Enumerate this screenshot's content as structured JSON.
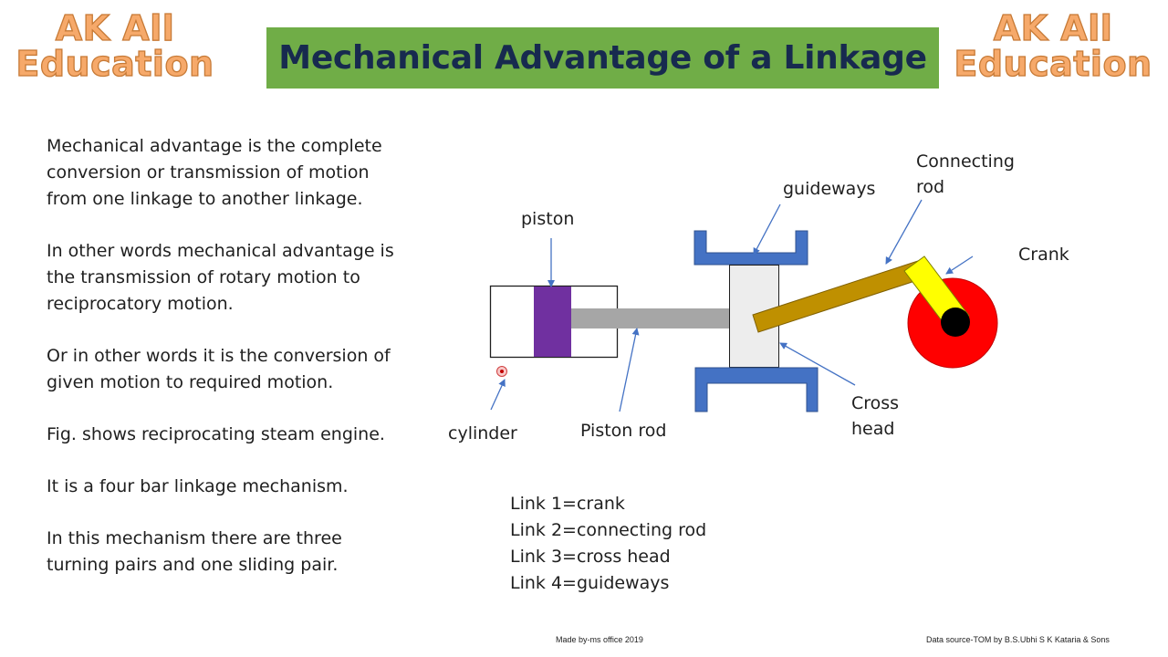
{
  "brand": {
    "line1": "AK All",
    "line2": "Education"
  },
  "title": "Mechanical Advantage of a Linkage",
  "description": [
    "Mechanical advantage is the complete conversion or transmission of motion from one linkage to another linkage.",
    "In other words mechanical advantage is the transmission of rotary motion to reciprocatory motion.",
    "Or in other words it is the conversion of given motion to required motion.",
    "Fig. shows reciprocating steam engine.",
    "It is a four bar linkage mechanism.",
    "In this mechanism there are three turning pairs and one sliding pair."
  ],
  "diagram_labels": {
    "piston": "piston",
    "guideways": "guideways",
    "connecting_rod_line1": "Connecting",
    "connecting_rod_line2": "rod",
    "crank": "Crank",
    "cylinder": "cylinder",
    "piston_rod": "Piston rod",
    "cross_head_line1": "Cross",
    "cross_head_line2": "head"
  },
  "links": [
    "Link 1=crank",
    "Link 2=connecting rod",
    "Link 3=cross head",
    "Link 4=guideways"
  ],
  "footer": {
    "made_by": "Made by-ms office 2019",
    "source": "Data source-TOM by B.S.Ubhi S K Kataria & Sons"
  },
  "colors": {
    "title_bg": "#70ad47",
    "title_text": "#172a4f",
    "brand_text": "#f6a96a",
    "piston": "#7030a0",
    "piston_rod": "#a6a6a6",
    "guideways": "#4472c4",
    "connecting_rod": "#bf9000",
    "crank": "#ffff00",
    "crank_wheel": "#ff0000"
  }
}
